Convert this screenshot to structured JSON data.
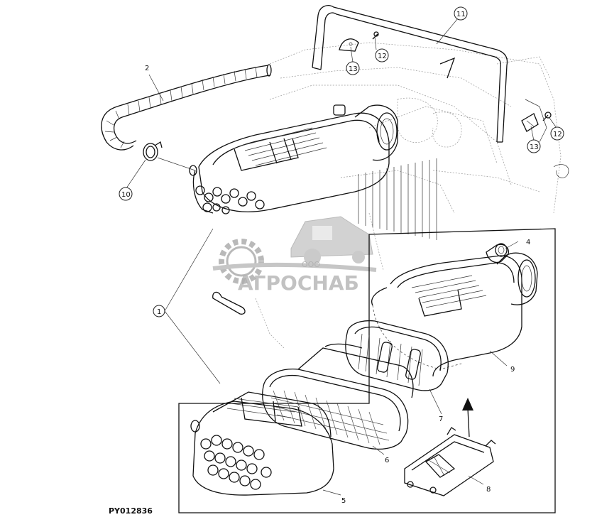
{
  "diagram": {
    "reference_code": "PY012836",
    "callouts": [
      "1",
      "2",
      "4",
      "5",
      "6",
      "7",
      "8",
      "9",
      "10",
      "11",
      "12",
      "12",
      "13",
      "13"
    ]
  },
  "watermark": {
    "prefix": "ООО",
    "name": "АГРОСНАБ"
  }
}
